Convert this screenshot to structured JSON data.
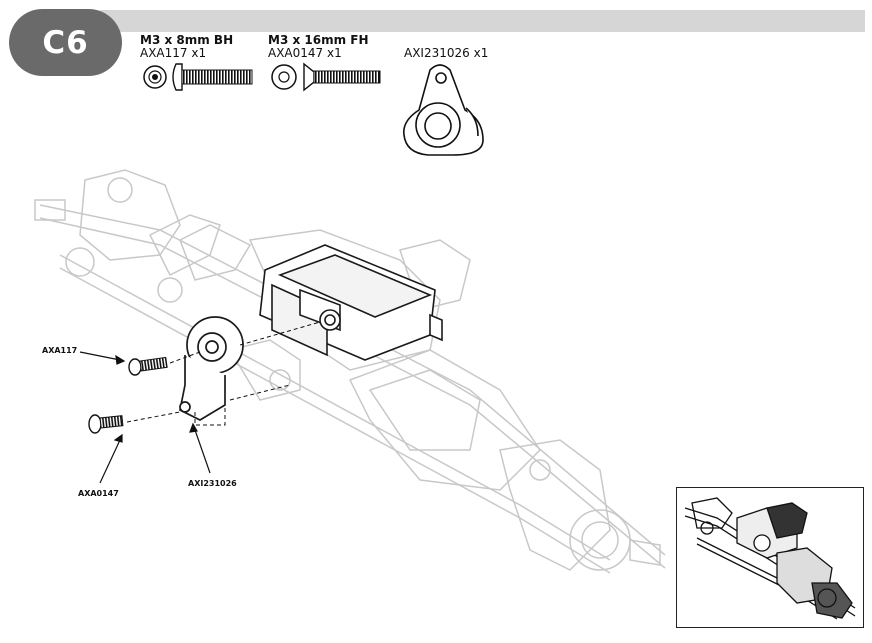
{
  "step": {
    "label": "C6"
  },
  "parts": [
    {
      "title": "M3 x 8mm BH",
      "code": "AXA117 x1",
      "icon": "button-head-screw-and-washer-icon"
    },
    {
      "title": "M3 x 16mm FH",
      "code": "AXA0147 x1",
      "icon": "flat-head-screw-and-washer-icon"
    },
    {
      "title": "",
      "code": "AXI231026 x1",
      "icon": "servo-horn-icon"
    }
  ],
  "callouts": {
    "axa117": "AXA117",
    "axa0147": "AXA0147",
    "axi231026": "AXI231026"
  },
  "colors": {
    "header_bar": "#d6d6d6",
    "badge": "#6a6a6a",
    "line_art": "#1a1a1a",
    "ghost_art": "#c8c8c8"
  }
}
